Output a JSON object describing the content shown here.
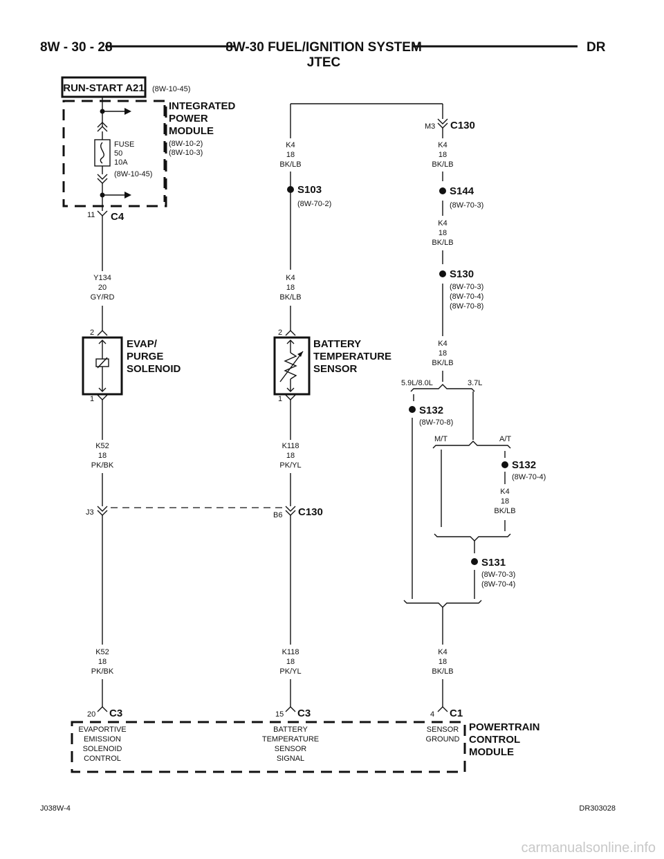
{
  "header": {
    "page_ref": "8W - 30 - 28",
    "title": "8W-30 FUEL/IGNITION SYSTEM",
    "subtitle": "JTEC",
    "model": "DR"
  },
  "footer": {
    "left": "J038W-4",
    "right": "DR303028",
    "watermark": "carmanualsonline.info"
  },
  "run_start": {
    "label": "RUN-START A21",
    "ref": "(8W-10-45)"
  },
  "ipm": {
    "name": [
      "INTEGRATED",
      "POWER",
      "MODULE"
    ],
    "refs": [
      "(8W-10-2)",
      "(8W-10-3)"
    ],
    "fuse": [
      "FUSE",
      "50",
      "10A",
      "(8W-10-45)"
    ],
    "connector": "C4",
    "pin": "11"
  },
  "wires": {
    "y134": [
      "Y134",
      "20",
      "GY/RD"
    ],
    "k52_upper": [
      "K52",
      "18",
      "PK/BK"
    ],
    "k52_lower": [
      "K52",
      "18",
      "PK/BK"
    ],
    "k4_top_left": [
      "K4",
      "18",
      "BK/LB"
    ],
    "k4_mid_left": [
      "K4",
      "18",
      "BK/LB"
    ],
    "k118_upper": [
      "K118",
      "18",
      "PK/YL"
    ],
    "k118_lower": [
      "K118",
      "18",
      "PK/YL"
    ],
    "k4_r1": [
      "K4",
      "18",
      "BK/LB"
    ],
    "k4_r2": [
      "K4",
      "18",
      "BK/LB"
    ],
    "k4_r3": [
      "K4",
      "18",
      "BK/LB"
    ],
    "k4_at": [
      "K4",
      "18",
      "BK/LB"
    ],
    "k4_bottom": [
      "K4",
      "18",
      "BK/LB"
    ]
  },
  "components": {
    "evap": {
      "name": [
        "EVAP/",
        "PURGE",
        "SOLENOID"
      ],
      "pin_top": "2",
      "pin_bottom": "1"
    },
    "bts": {
      "name": [
        "BATTERY",
        "TEMPERATURE",
        "SENSOR"
      ],
      "pin_top": "2",
      "pin_bottom": "1"
    }
  },
  "splices": {
    "s103": {
      "name": "S103",
      "refs": [
        "(8W-70-2)"
      ]
    },
    "s144": {
      "name": "S144",
      "refs": [
        "(8W-70-3)"
      ]
    },
    "s130": {
      "name": "S130",
      "refs": [
        "(8W-70-3)",
        "(8W-70-4)",
        "(8W-70-8)"
      ]
    },
    "s132a": {
      "name": "S132",
      "refs": [
        "(8W-70-8)"
      ]
    },
    "s132b": {
      "name": "S132",
      "refs": [
        "(8W-70-4)"
      ]
    },
    "s131": {
      "name": "S131",
      "refs": [
        "(8W-70-3)",
        "(8W-70-4)"
      ]
    }
  },
  "connectors": {
    "c130_top": {
      "name": "C130",
      "pin": "M3"
    },
    "c130_mid": {
      "name": "C130",
      "pin_left": "J3",
      "pin_right": "B6"
    },
    "pcm_c3_left": {
      "name": "C3",
      "pin": "20"
    },
    "pcm_c3_mid": {
      "name": "C3",
      "pin": "15"
    },
    "pcm_c1": {
      "name": "C1",
      "pin": "4"
    }
  },
  "options": {
    "engine_left": "5.9L/8.0L",
    "engine_right": "3.7L",
    "trans_left": "M/T",
    "trans_right": "A/T"
  },
  "pcm": {
    "name": [
      "POWERTRAIN",
      "CONTROL",
      "MODULE"
    ],
    "pin_evap": [
      "EVAPORTIVE",
      "EMISSION",
      "SOLENOID",
      "CONTROL"
    ],
    "pin_bts": [
      "BATTERY",
      "TEMPERATURE",
      "SENSOR",
      "SIGNAL"
    ],
    "pin_gnd": [
      "SENSOR",
      "GROUND"
    ]
  }
}
